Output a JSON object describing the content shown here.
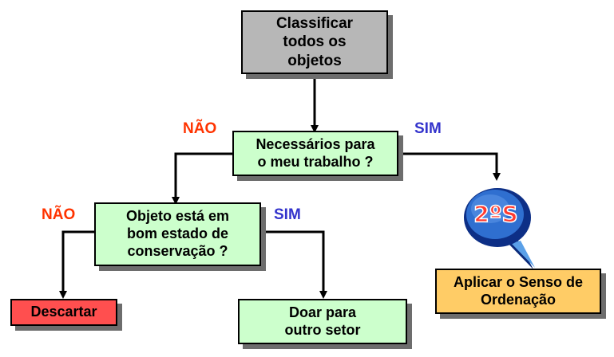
{
  "nodes": {
    "classify": "Classificar\ntodos os\nobjetos",
    "necessary": "Necessários para\no meu trabalho ?",
    "good_state": "Objeto está em\nbom estado de\nconservação ?",
    "discard": "Descartar",
    "donate": "Doar para\noutro setor",
    "apply_sense": "Aplicar o Senso de\nOrdenação"
  },
  "badge": {
    "text": "2ºS"
  },
  "labels": {
    "nao_top": "NÃO",
    "sim_top": "SIM",
    "nao_left": "NÃO",
    "sim_left": "SIM"
  },
  "colors": {
    "gray_box": "#b7b7b7",
    "green_box": "#ccffcc",
    "red_box": "#ff4f4f",
    "orange_box": "#ffcc66",
    "nao": "#ff3300",
    "sim": "#3333cc",
    "badge_blue": "#1a4fb0"
  }
}
